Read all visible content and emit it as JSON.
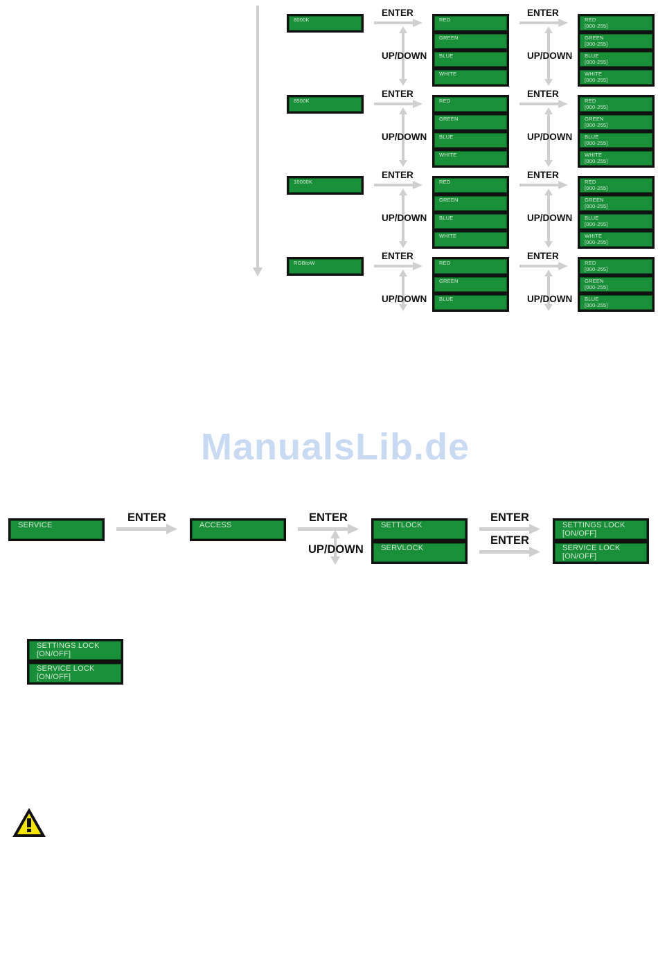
{
  "top_menu": {
    "labels": {
      "enter": "ENTER",
      "updown": "UP/DOWN"
    },
    "groups": [
      {
        "preset": "8000K",
        "channels": [
          "RED",
          "GREEN",
          "BLUE",
          "WHITE"
        ],
        "values": [
          "RED\n[000-255]",
          "GREEN\n[000-255]",
          "BLUE\n[000-255]",
          "WHITE\n[000-255]"
        ]
      },
      {
        "preset": "8500K",
        "channels": [
          "RED",
          "GREEN",
          "BLUE",
          "WHITE"
        ],
        "values": [
          "RED\n[000-255]",
          "GREEN\n[000-255]",
          "BLUE\n[000-255]",
          "WHITE\n[000-255]"
        ]
      },
      {
        "preset": "10000K",
        "channels": [
          "RED",
          "GREEN",
          "BLUE",
          "WHITE"
        ],
        "values": [
          "RED\n[000-255]",
          "GREEN\n[000-255]",
          "BLUE\n[000-255]",
          "WHITE\n[000-255]"
        ]
      },
      {
        "preset": "RGBtoW",
        "channels": [
          "RED",
          "GREEN",
          "BLUE"
        ],
        "values": [
          "RED\n[000-255]",
          "GREEN\n[000-255]",
          "BLUE\n[000-255]"
        ]
      }
    ]
  },
  "watermark": "ManualsLib.de",
  "service_menu": {
    "service": "SERVICE",
    "access": "ACCESS",
    "locks": [
      "SETTLOCK",
      "SERVLOCK"
    ],
    "lock_values": [
      "SETTINGS LOCK\n[ON/OFF]",
      "SERVICE LOCK\n[ON/OFF]"
    ],
    "enter": "ENTER",
    "updown": "UP/DOWN"
  },
  "standalone_values": [
    "SETTINGS LOCK\n[ON/OFF]",
    "SERVICE LOCK\n[ON/OFF]"
  ],
  "colors": {
    "lcd_green": "#1a8f3a",
    "arrow_gray": "#cfcfcf",
    "warning_yellow": "#f5e400"
  }
}
